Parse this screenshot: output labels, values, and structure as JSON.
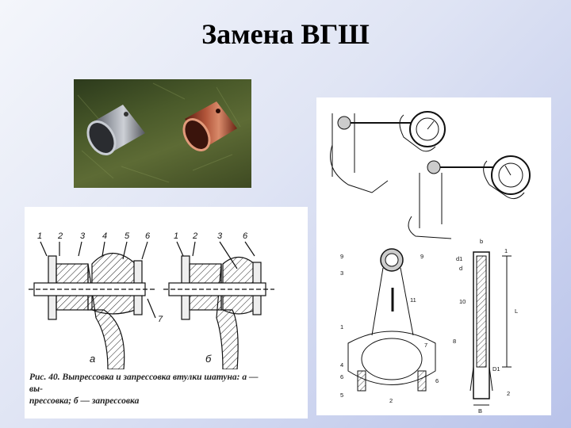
{
  "slide": {
    "title": "Замена ВГШ"
  },
  "left_drawing": {
    "labels_a": [
      "1",
      "2",
      "3",
      "4",
      "5",
      "6",
      "7"
    ],
    "labels_b": [
      "1",
      "2",
      "3",
      "6"
    ],
    "subfig_a": "а",
    "subfig_b": "б",
    "caption_line1": "Рис. 40. Выпрессовка и запрессовка втулки шатуна: а — вы-",
    "caption_line2": "прессовка; б — запрессовка"
  },
  "right_drawing": {
    "rod_labels_left": [
      "9",
      "3",
      "1",
      "4",
      "6",
      "5"
    ],
    "rod_labels_right": [
      "9",
      "11",
      "7",
      "6"
    ],
    "rod_label_bottom": "2",
    "section_labels": [
      "b",
      "1",
      "d1",
      "d",
      "10",
      "L",
      "8",
      "D1",
      "2",
      "B"
    ]
  }
}
